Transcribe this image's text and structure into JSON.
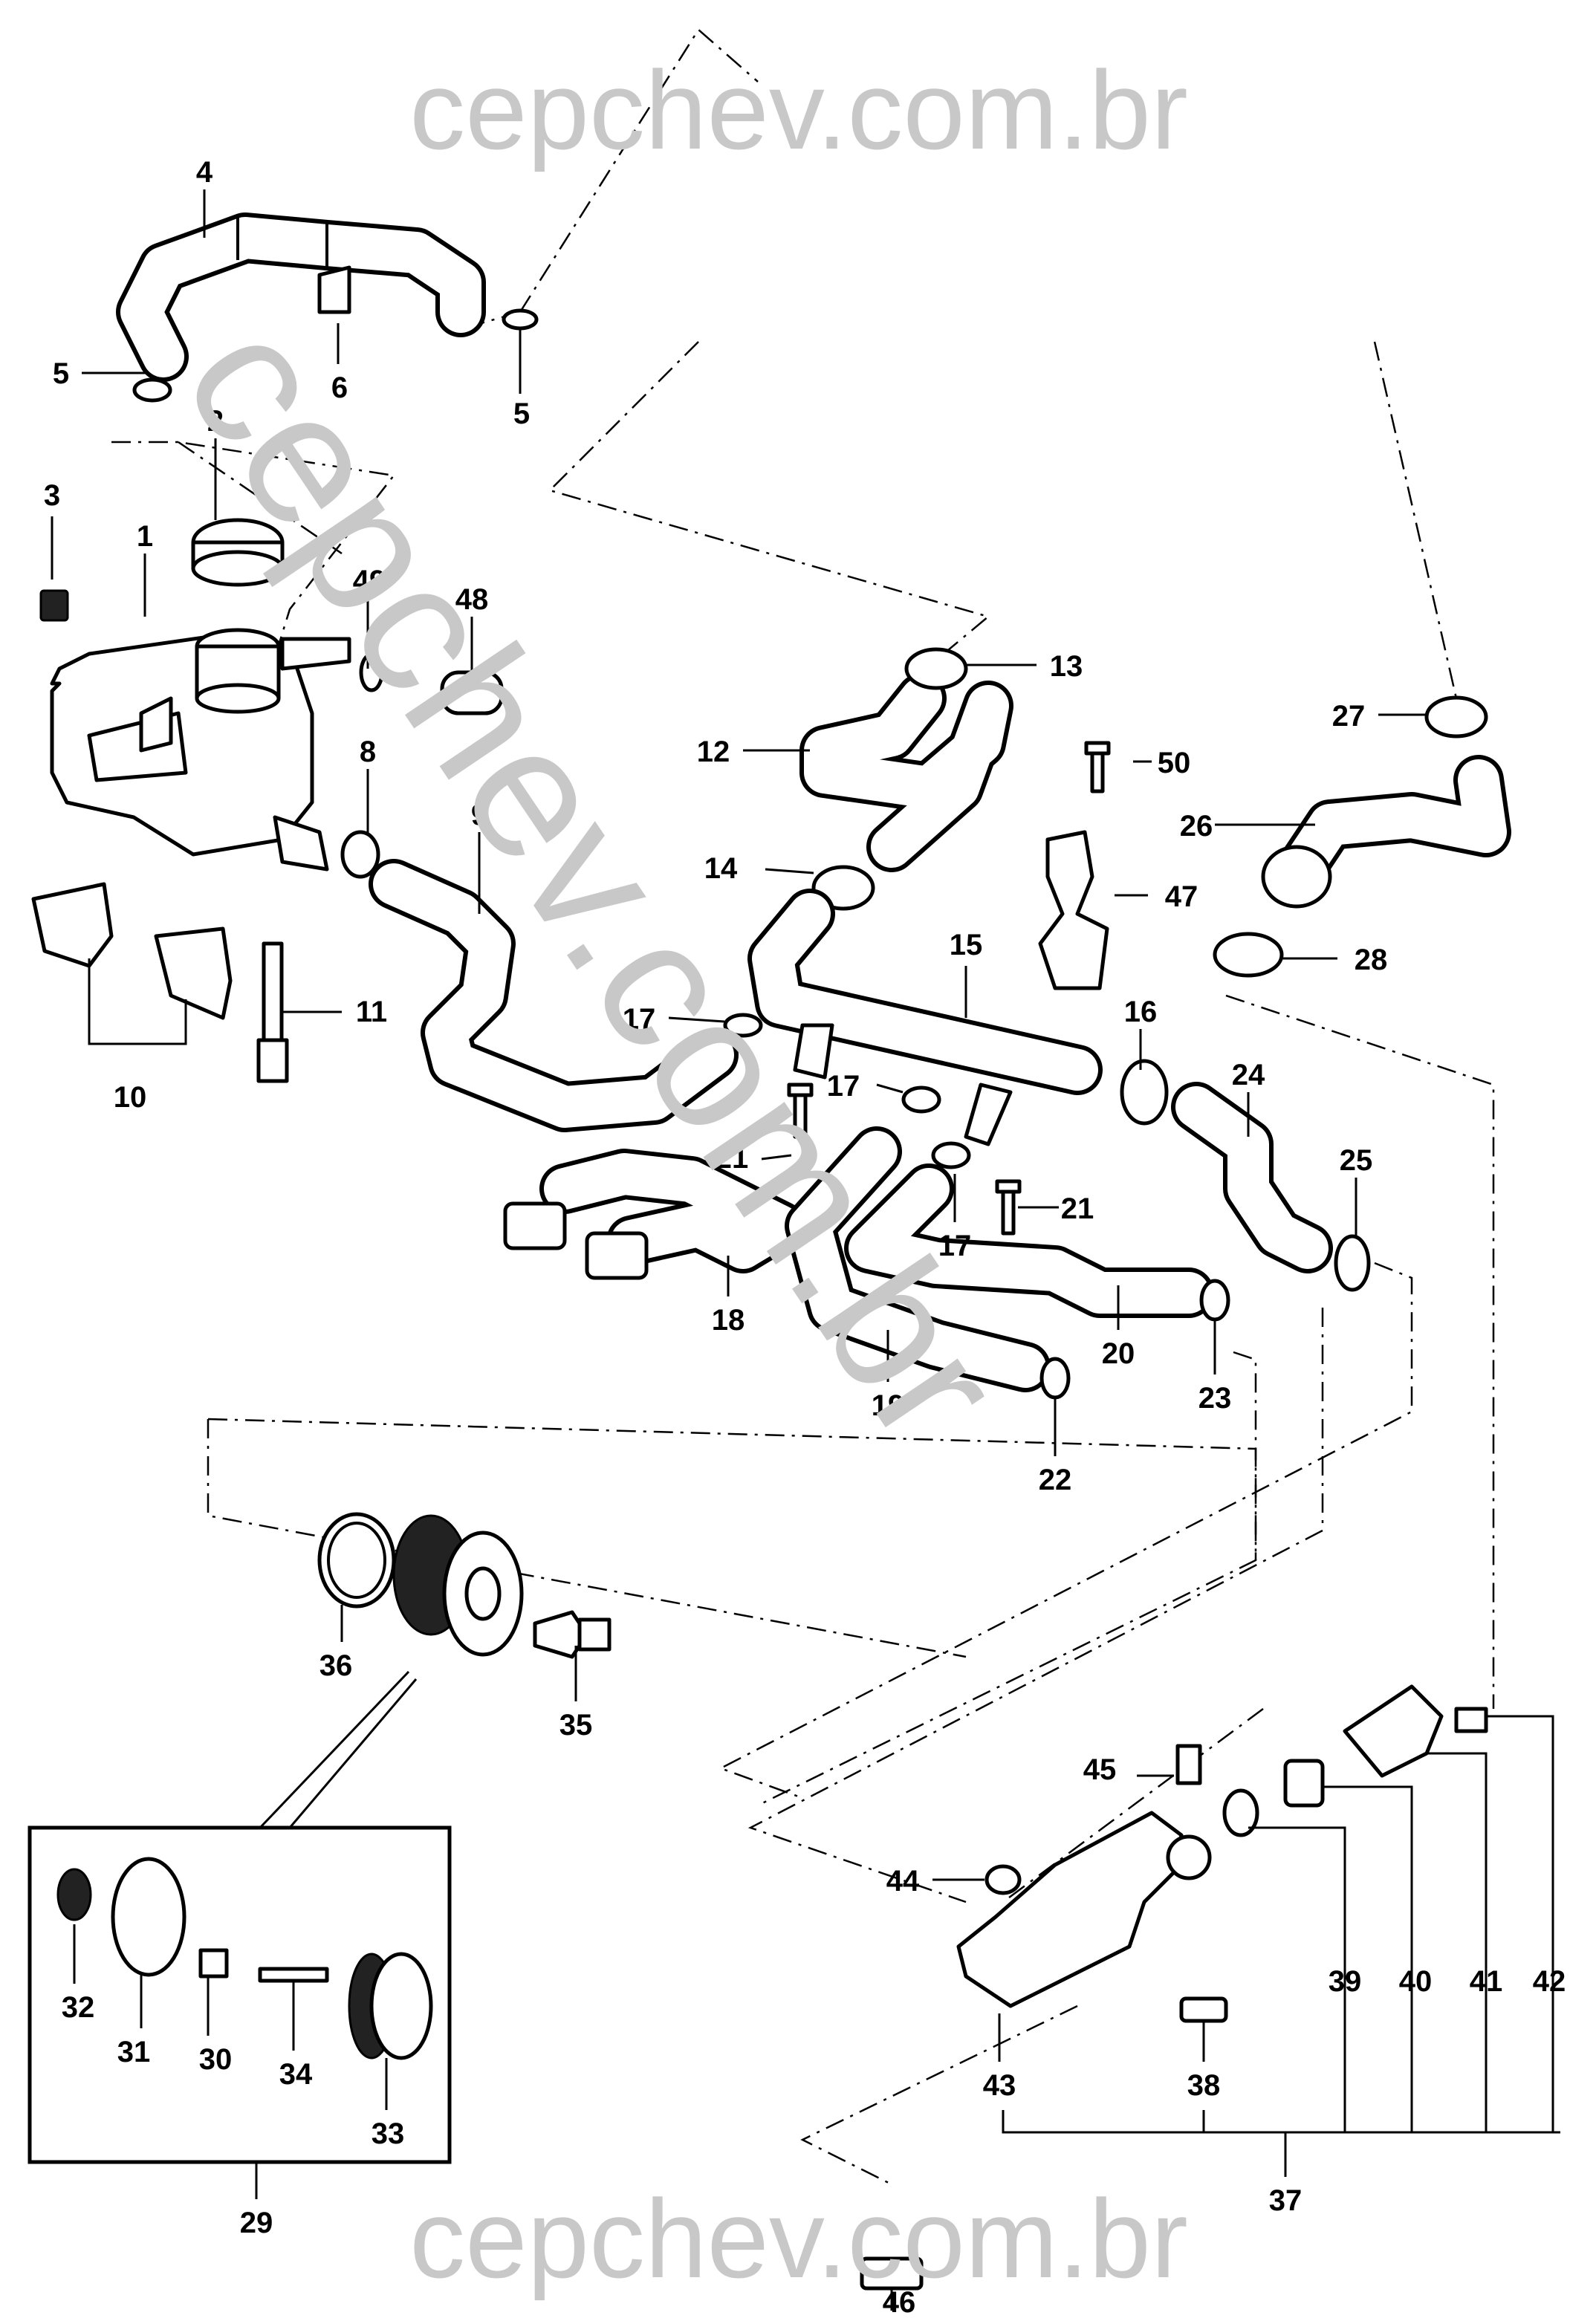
{
  "watermark": {
    "top": "cepchev.com.br",
    "bottom": "cepchev.com.br",
    "diagonal": "cepchev.com.br"
  },
  "callouts": {
    "c1": "1",
    "c2": "2",
    "c3": "3",
    "c4": "4",
    "c5a": "5",
    "c5b": "5",
    "c6": "6",
    "c8": "8",
    "c9": "9",
    "c10": "10",
    "c11": "11",
    "c12": "12",
    "c13": "13",
    "c14": "14",
    "c15": "15",
    "c16": "16",
    "c17a": "17",
    "c17b": "17",
    "c17c": "17",
    "c18": "18",
    "c19": "19",
    "c20": "20",
    "c21a": "21",
    "c21b": "21",
    "c22": "22",
    "c23": "23",
    "c24": "24",
    "c25": "25",
    "c26": "26",
    "c27": "27",
    "c28": "28",
    "c29": "29",
    "c30": "30",
    "c31": "31",
    "c32": "32",
    "c33": "33",
    "c34": "34",
    "c35": "35",
    "c36": "36",
    "c37": "37",
    "c38": "38",
    "c39": "39",
    "c40": "40",
    "c41": "41",
    "c42": "42",
    "c43": "43",
    "c44": "44",
    "c45": "45",
    "c46": "46",
    "c47": "47",
    "c48": "48",
    "c49": "49",
    "c50": "50"
  },
  "colors": {
    "ink": "#000000",
    "watermark": "#c8c8c8",
    "background": "#ffffff"
  }
}
